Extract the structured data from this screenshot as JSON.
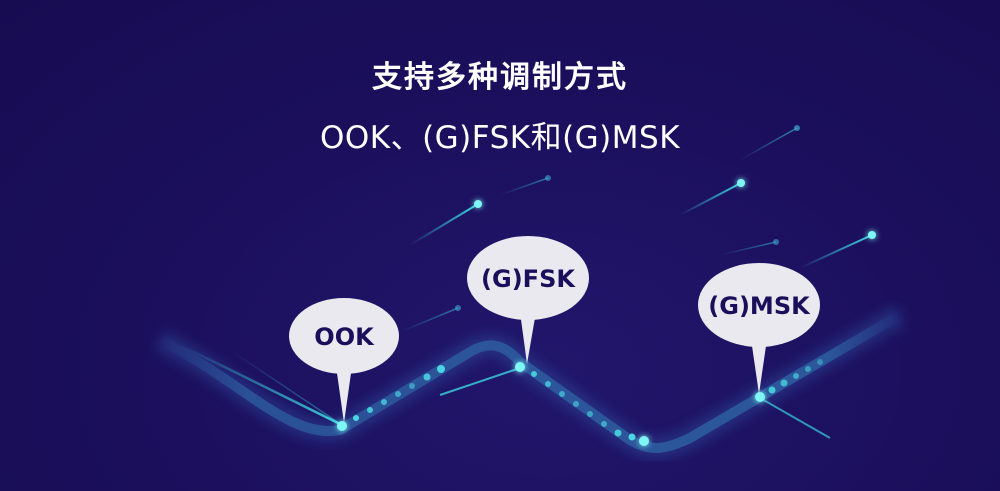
{
  "heading": {
    "line1": "支持多种调制方式",
    "line2": "OOK、(G)FSK和(G)MSK"
  },
  "bubbles": [
    {
      "label": "OOK"
    },
    {
      "label": "(G)FSK"
    },
    {
      "label": "(G)MSK"
    }
  ],
  "colors": {
    "background": "#1b0f5c",
    "path": "#2f6aa8",
    "glow": "#3ff0f0",
    "bubble": "#e9e9ef",
    "text": "#ffffff"
  }
}
